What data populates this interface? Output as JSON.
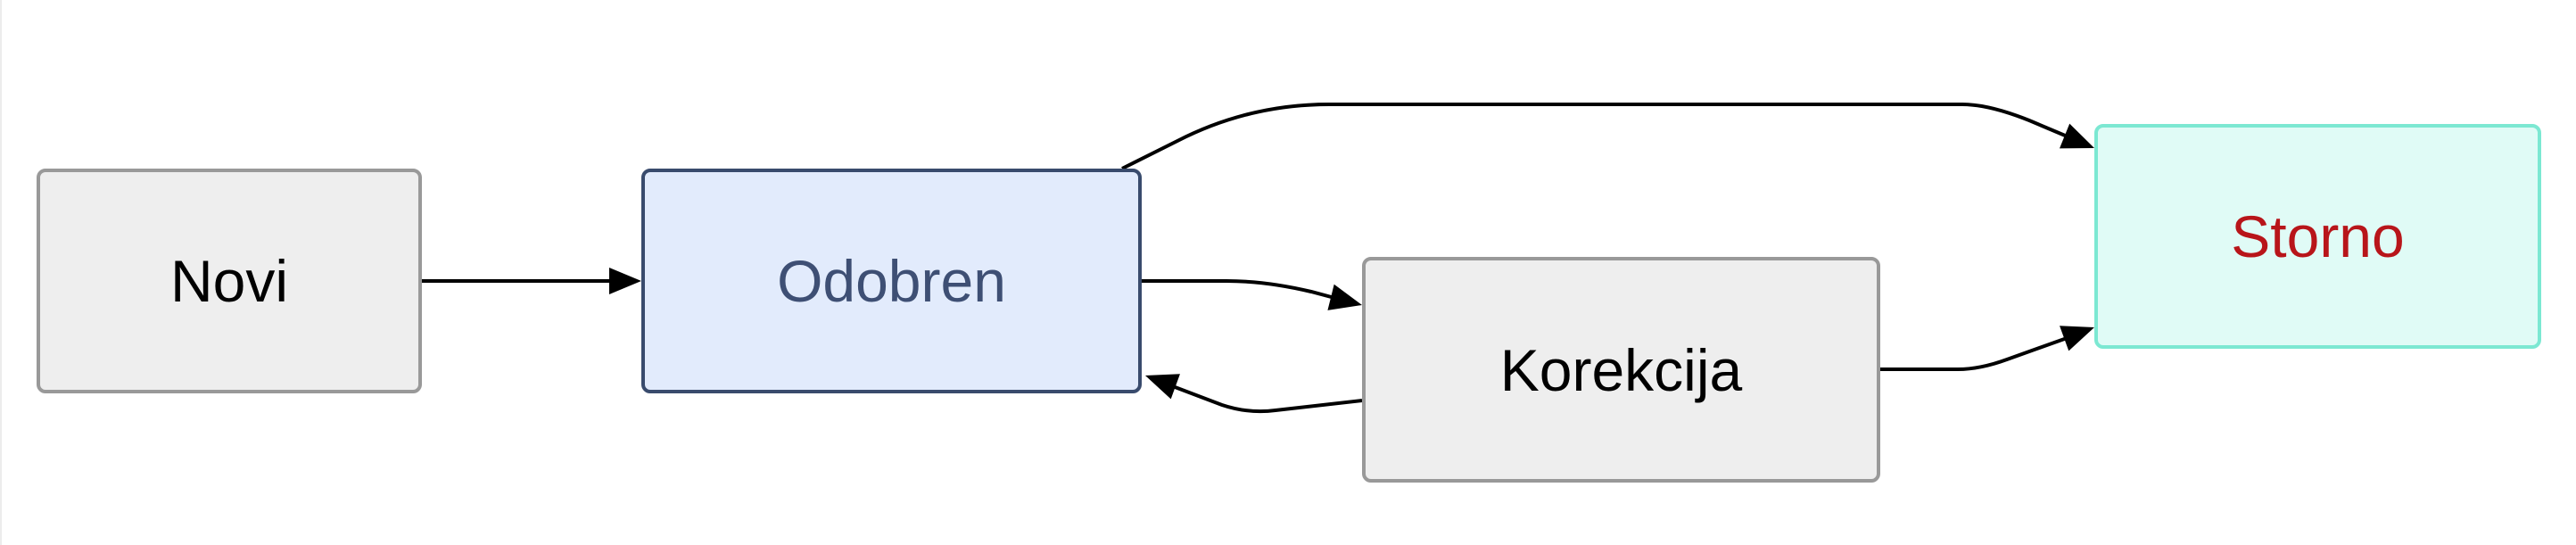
{
  "nodes": [
    {
      "id": "novi",
      "label": "Novi",
      "fill": "#eeeeee",
      "stroke": "#999999",
      "text_color": "#000000"
    },
    {
      "id": "odobren",
      "label": "Odobren",
      "fill": "#e2ebfc",
      "stroke": "#394b6d",
      "text_color": "#3e4f74"
    },
    {
      "id": "korekcija",
      "label": "Korekcija",
      "fill": "#eeeeee",
      "stroke": "#999999",
      "text_color": "#000000"
    },
    {
      "id": "storno",
      "label": "Storno",
      "fill": "#e0fbf6",
      "stroke": "#7ce8d2",
      "text_color": "#b8151a"
    }
  ],
  "edges": [
    {
      "from": "novi",
      "to": "odobren"
    },
    {
      "from": "odobren",
      "to": "korekcija"
    },
    {
      "from": "korekcija",
      "to": "odobren"
    },
    {
      "from": "odobren",
      "to": "storno"
    },
    {
      "from": "korekcija",
      "to": "storno"
    }
  ],
  "colors": {
    "edge": "#000000",
    "background": "#ffffff"
  }
}
